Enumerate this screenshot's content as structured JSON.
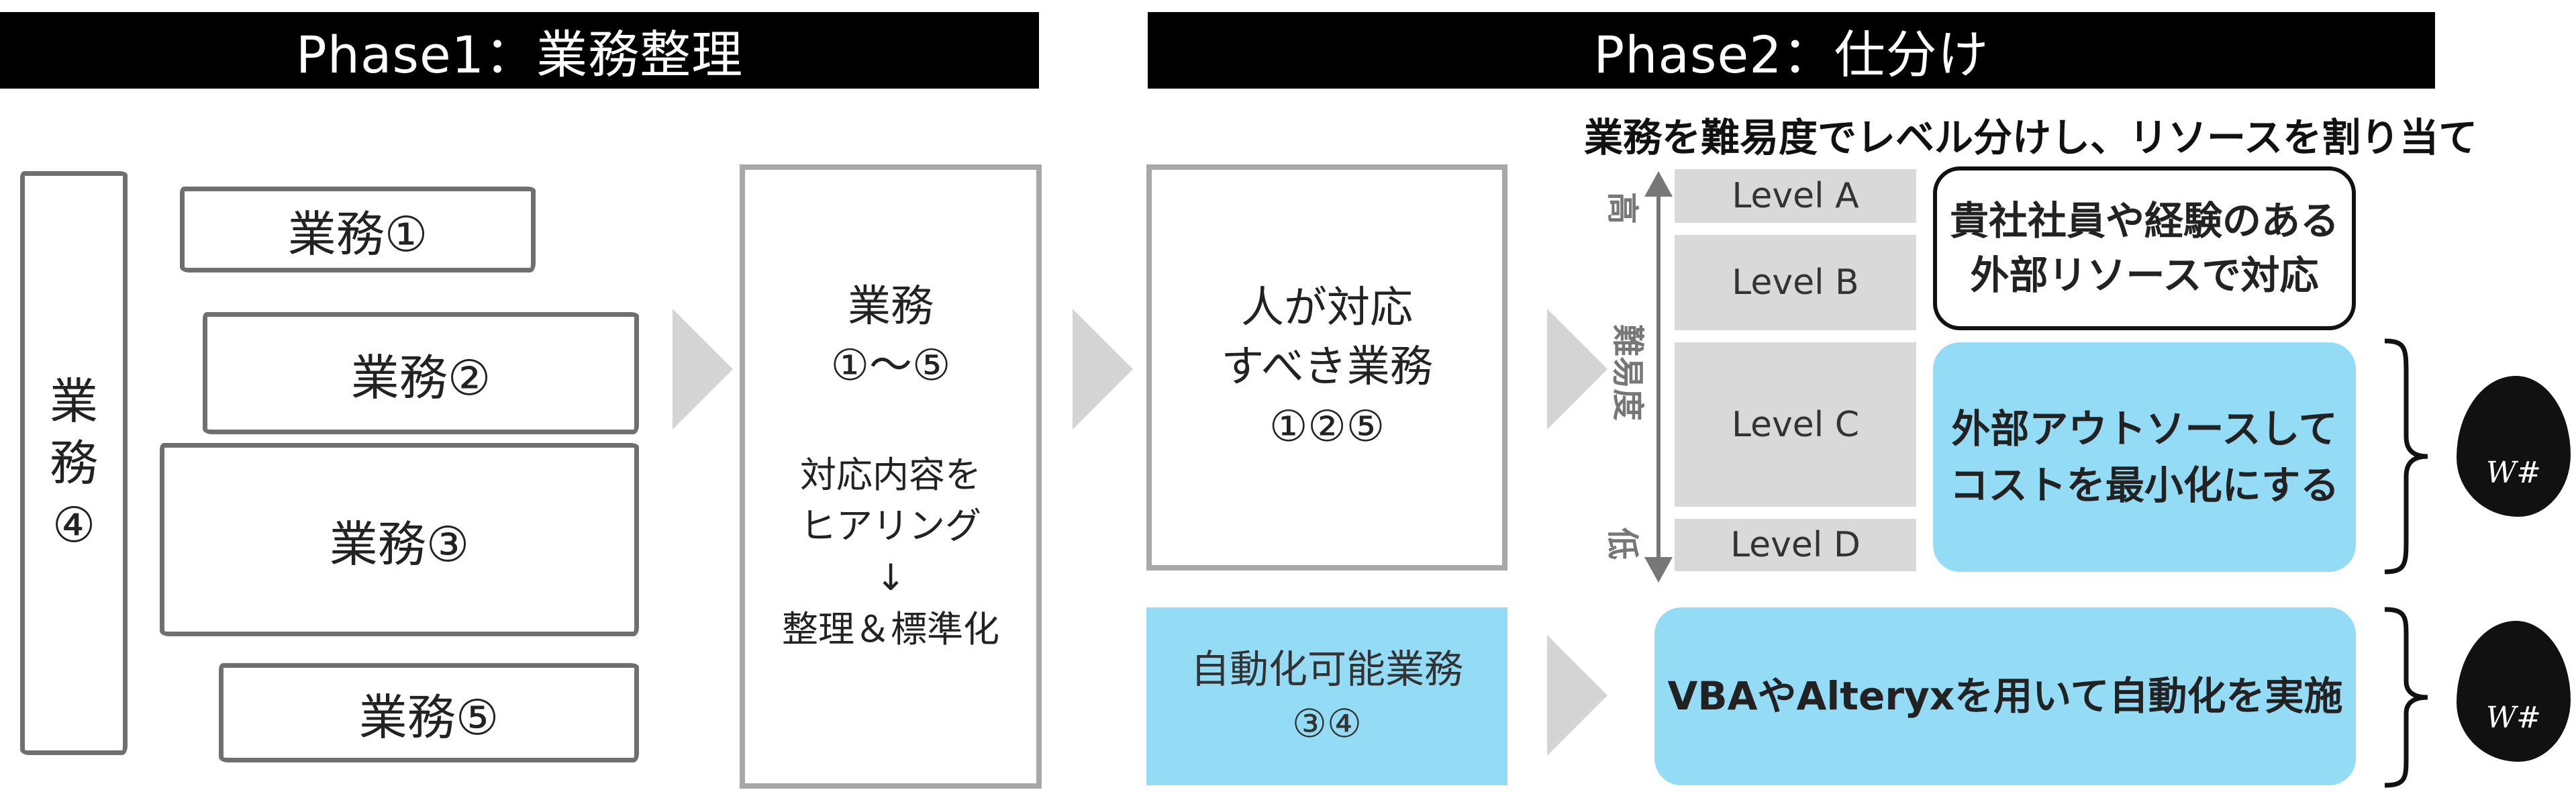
{
  "phase1": {
    "title": "Phase1：業務整理",
    "tasks": {
      "t1": "業務①",
      "t2": "業務②",
      "t3": "業務③",
      "t5": "業務⑤",
      "t4_chars": [
        "業",
        "務",
        "④"
      ]
    },
    "summary": {
      "line1": "業務",
      "line2": "①～⑤",
      "sub1": "対応内容を",
      "sub2": "ヒアリング",
      "down_arrow": "↓",
      "sub3": "整理＆標準化"
    }
  },
  "phase2": {
    "title": "Phase2：仕分け",
    "subtitle": "業務を難易度でレベル分けし、リソースを割り当て",
    "human": {
      "line1": "人が対応",
      "line2": "すべき業務",
      "line3": "①②⑤"
    },
    "auto": {
      "line1": "自動化可能業務",
      "line2": "③④"
    },
    "axis": {
      "high": "高",
      "label": "難易度",
      "low": "低"
    },
    "levels": [
      "Level A",
      "Level B",
      "Level C",
      "Level D"
    ],
    "result_internal": {
      "line1": "貴社社員や経験のある",
      "line2": "外部リソースで対応"
    },
    "result_outsource": {
      "line1": "外部アウトソースして",
      "line2": "コストを最小化にする"
    },
    "result_automation": "VBAやAlteryxを用いて自動化を実施",
    "logo_text": "W#"
  },
  "colors": {
    "banner": "#000000",
    "light_blue": "#94dbf6",
    "level_gray": "#d9d9d9",
    "arrow_gray": "#d4d4d4",
    "panel_border": "#a8a8a8"
  }
}
